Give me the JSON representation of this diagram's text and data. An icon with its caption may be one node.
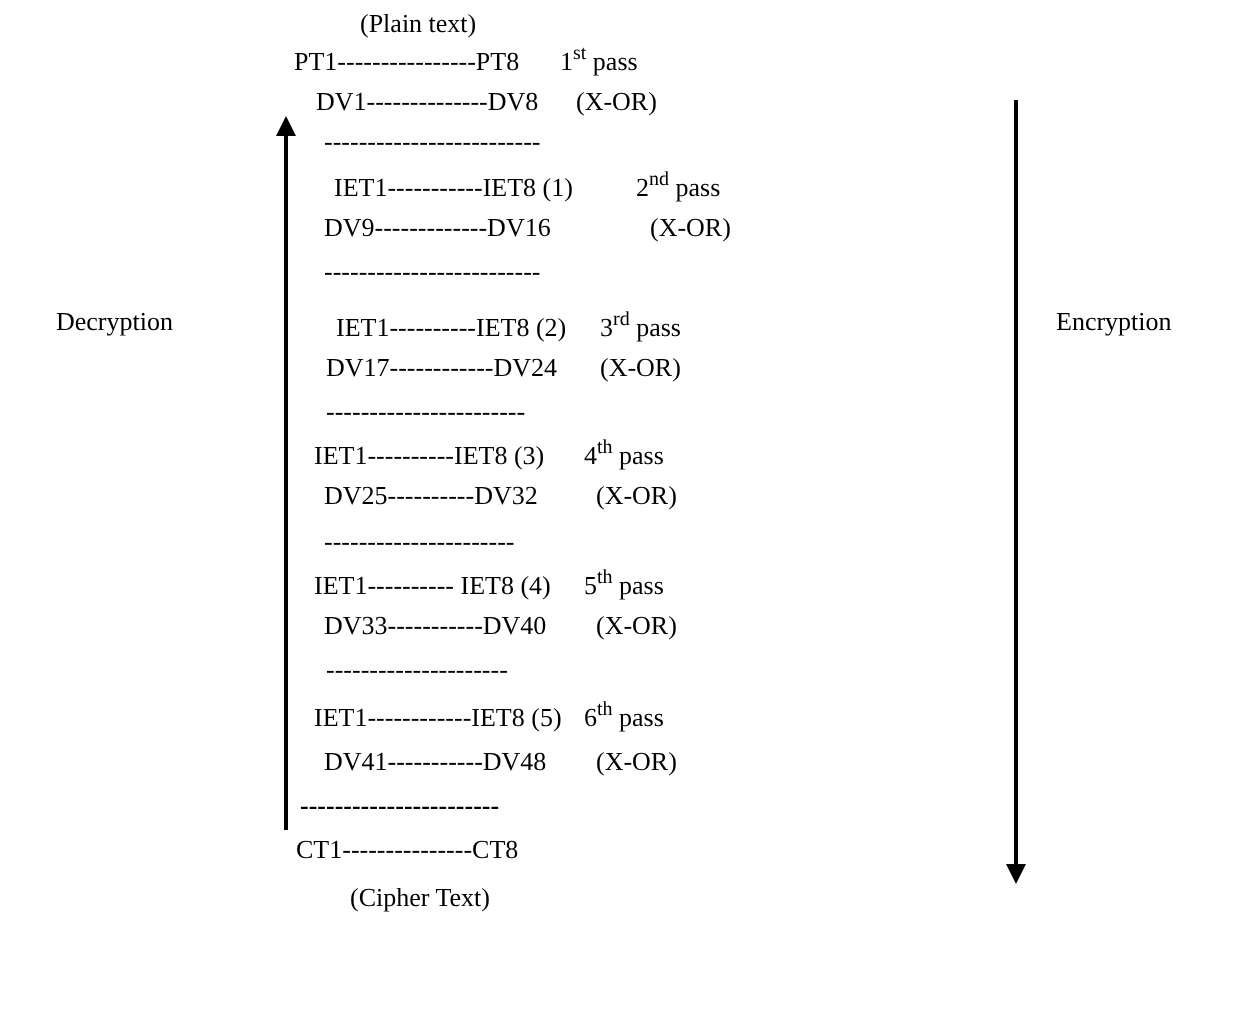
{
  "diagram": {
    "labels": [
      "(Plain text)",
      "PT1----------------PT8",
      "1$^{st}$ pass",
      "DV1--------------DV8",
      "(X-OR)",
      "-------------------------",
      "IET1-----------IET8 (1)",
      "2$^{nd}$ pass",
      "DV9-------------DV16",
      "(X-OR)",
      "-------------------------",
      "Decryption",
      "IET1----------IET8 (2)",
      "3$^{rd}$ pass",
      "Encryption",
      "DV17------------DV24",
      "(X-OR)",
      "-----------------------",
      "IET1----------IET8 (3)",
      "4$^{th}$ pass",
      "DV25----------DV32",
      "(X-OR)",
      "----------------------",
      "IET1---------- IET8 (4)",
      "5$^{th}$ pass",
      "DV33-----------DV40",
      "(X-OR)",
      "---------------------",
      "IET1------------IET8 (5)",
      "6$^{th}$ pass",
      "DV41-----------DV48",
      "(X-OR)",
      "-----------------------",
      "CT1---------------CT8",
      "(Cipher Text)"
    ]
  }
}
